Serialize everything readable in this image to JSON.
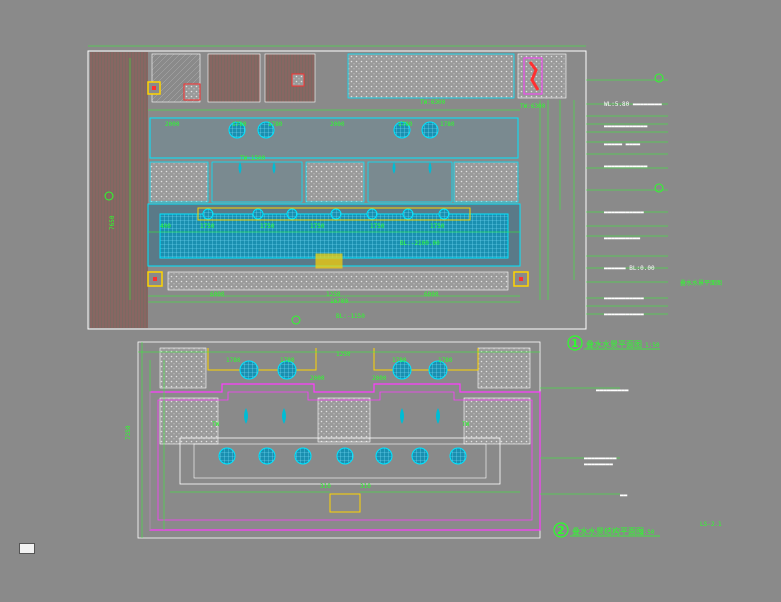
{
  "drawing": {
    "plan1": {
      "number": "1",
      "title": "叠水水景平面图",
      "scale": "1:50"
    },
    "plan2": {
      "number": "2",
      "title": "叠水水景结构平面图",
      "scale": "1:50"
    },
    "side_note": "叠水水景平面图",
    "sheet_code": "LS-2.1",
    "colors": {
      "background": "#8a8a8a",
      "outline": "#ffffff",
      "dimension": "#2bff2b",
      "pool": "#00bcd4",
      "paving": "#d4d4d4",
      "structure": "#ff3cff",
      "accent": "#ffd400",
      "marker": "#ff3030"
    },
    "icons": [
      "paving-hatch-pattern",
      "fountain-nozzle-symbol",
      "planter-box-symbol",
      "section-marker"
    ]
  }
}
